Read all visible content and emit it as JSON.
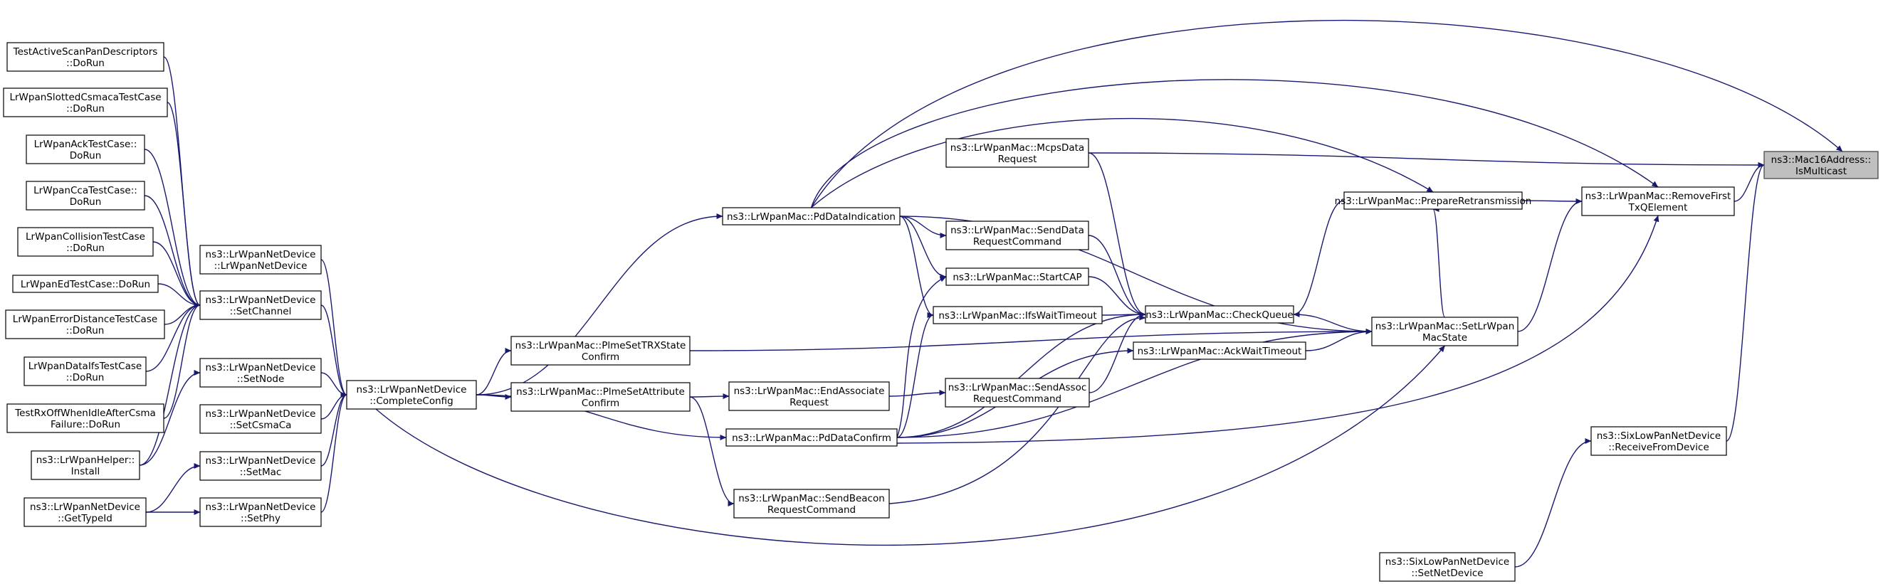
{
  "nodes": [
    {
      "id": "root",
      "lines": [
        "ns3::Mac16Address::",
        "IsMulticast"
      ]
    },
    {
      "id": "removefirst",
      "lines": [
        "ns3::LrWpanMac::RemoveFirst",
        "TxQElement"
      ]
    },
    {
      "id": "mcps",
      "lines": [
        "ns3::LrWpanMac::McpsData",
        "Request"
      ]
    },
    {
      "id": "pddataind",
      "lines": [
        "ns3::LrWpanMac::PdDataIndication"
      ]
    },
    {
      "id": "sixrecv",
      "lines": [
        "ns3::SixLowPanNetDevice",
        "::ReceiveFromDevice"
      ]
    },
    {
      "id": "preparetx",
      "lines": [
        "ns3::LrWpanMac::PrepareRetransmission"
      ]
    },
    {
      "id": "setstate",
      "lines": [
        "ns3::LrWpanMac::SetLrWpan",
        "MacState"
      ]
    },
    {
      "id": "pddataconfirm",
      "lines": [
        "ns3::LrWpanMac::PdDataConfirm"
      ]
    },
    {
      "id": "sixsetnd",
      "lines": [
        "ns3::SixLowPanNetDevice",
        "::SetNetDevice"
      ]
    },
    {
      "id": "completeconfig",
      "lines": [
        "ns3::LrWpanNetDevice",
        "::CompleteConfig"
      ]
    },
    {
      "id": "senddatareq",
      "lines": [
        "ns3::LrWpanMac::SendData",
        "RequestCommand"
      ]
    },
    {
      "id": "startcap",
      "lines": [
        "ns3::LrWpanMac::StartCAP"
      ]
    },
    {
      "id": "ifswait",
      "lines": [
        "ns3::LrWpanMac::IfsWaitTimeout"
      ]
    },
    {
      "id": "checkqueue",
      "lines": [
        "ns3::LrWpanMac::CheckQueue"
      ]
    },
    {
      "id": "ackwait",
      "lines": [
        "ns3::LrWpanMac::AckWaitTimeout"
      ]
    },
    {
      "id": "plmetrx",
      "lines": [
        "ns3::LrWpanMac::PlmeSetTRXState",
        "Confirm"
      ]
    },
    {
      "id": "plmeattr",
      "lines": [
        "ns3::LrWpanMac::PlmeSetAttribute",
        "Confirm"
      ]
    },
    {
      "id": "endassoc",
      "lines": [
        "ns3::LrWpanMac::EndAssociate",
        "Request"
      ]
    },
    {
      "id": "sendassoc",
      "lines": [
        "ns3::LrWpanMac::SendAssoc",
        "RequestCommand"
      ]
    },
    {
      "id": "sendbeacon",
      "lines": [
        "ns3::LrWpanMac::SendBeacon",
        "RequestCommand"
      ]
    },
    {
      "id": "ctor",
      "lines": [
        "ns3::LrWpanNetDevice",
        "::LrWpanNetDevice"
      ]
    },
    {
      "id": "setchannel",
      "lines": [
        "ns3::LrWpanNetDevice",
        "::SetChannel"
      ]
    },
    {
      "id": "setnode",
      "lines": [
        "ns3::LrWpanNetDevice",
        "::SetNode"
      ]
    },
    {
      "id": "setcsmaca",
      "lines": [
        "ns3::LrWpanNetDevice",
        "::SetCsmaCa"
      ]
    },
    {
      "id": "setmac",
      "lines": [
        "ns3::LrWpanNetDevice",
        "::SetMac"
      ]
    },
    {
      "id": "setphy",
      "lines": [
        "ns3::LrWpanNetDevice",
        "::SetPhy"
      ]
    },
    {
      "id": "t_activescan",
      "lines": [
        "TestActiveScanPanDescriptors",
        "::DoRun"
      ]
    },
    {
      "id": "t_slotted",
      "lines": [
        "LrWpanSlottedCsmacaTestCase",
        "::DoRun"
      ]
    },
    {
      "id": "t_ack",
      "lines": [
        "LrWpanAckTestCase::",
        "DoRun"
      ]
    },
    {
      "id": "t_cca",
      "lines": [
        "LrWpanCcaTestCase::",
        "DoRun"
      ]
    },
    {
      "id": "t_collision",
      "lines": [
        "LrWpanCollisionTestCase",
        "::DoRun"
      ]
    },
    {
      "id": "t_ed",
      "lines": [
        "LrWpanEdTestCase::DoRun"
      ]
    },
    {
      "id": "t_errdist",
      "lines": [
        "LrWpanErrorDistanceTestCase",
        "::DoRun"
      ]
    },
    {
      "id": "t_dataifs",
      "lines": [
        "LrWpanDataIfsTestCase",
        "::DoRun"
      ]
    },
    {
      "id": "t_rxoff",
      "lines": [
        "TestRxOffWhenIdleAfterCsma",
        "Failure::DoRun"
      ]
    },
    {
      "id": "helper",
      "lines": [
        "ns3::LrWpanHelper::",
        "Install"
      ]
    },
    {
      "id": "gettypeid",
      "lines": [
        "ns3::LrWpanNetDevice",
        "::GetTypeId"
      ]
    }
  ],
  "edges": [
    {
      "from": "removefirst",
      "to": "root"
    },
    {
      "from": "mcps",
      "to": "root"
    },
    {
      "from": "pddataind",
      "to": "root"
    },
    {
      "from": "sixrecv",
      "to": "root"
    },
    {
      "from": "preparetx",
      "to": "removefirst"
    },
    {
      "from": "setstate",
      "to": "removefirst"
    },
    {
      "from": "pddataconfirm",
      "to": "removefirst"
    },
    {
      "from": "pddataind",
      "to": "removefirst"
    },
    {
      "from": "sixsetnd",
      "to": "sixrecv"
    },
    {
      "from": "setstate",
      "to": "preparetx"
    },
    {
      "from": "pddataind",
      "to": "preparetx"
    },
    {
      "from": "checkqueue",
      "to": "setstate"
    },
    {
      "from": "ackwait",
      "to": "setstate"
    },
    {
      "from": "plmetrx",
      "to": "setstate"
    },
    {
      "from": "pddataconfirm",
      "to": "setstate"
    },
    {
      "from": "completeconfig",
      "to": "setstate"
    },
    {
      "from": "pddataind",
      "to": "setstate"
    },
    {
      "from": "mcps",
      "to": "checkqueue"
    },
    {
      "from": "senddatareq",
      "to": "checkqueue"
    },
    {
      "from": "startcap",
      "to": "checkqueue"
    },
    {
      "from": "ifswait",
      "to": "checkqueue"
    },
    {
      "from": "sendassoc",
      "to": "checkqueue"
    },
    {
      "from": "pddataconfirm",
      "to": "checkqueue"
    },
    {
      "from": "sendbeacon",
      "to": "checkqueue"
    },
    {
      "from": "preparetx",
      "to": "checkqueue"
    },
    {
      "from": "pddataconfirm",
      "to": "ackwait"
    },
    {
      "from": "pddataind",
      "to": "senddatareq"
    },
    {
      "from": "pddataind",
      "to": "startcap"
    },
    {
      "from": "pddataconfirm",
      "to": "startcap"
    },
    {
      "from": "pddataind",
      "to": "ifswait"
    },
    {
      "from": "pddataconfirm",
      "to": "ifswait"
    },
    {
      "from": "endassoc",
      "to": "sendassoc"
    },
    {
      "from": "plmeattr",
      "to": "sendbeacon"
    },
    {
      "from": "plmeattr",
      "to": "endassoc"
    },
    {
      "from": "completeconfig",
      "to": "pddataind"
    },
    {
      "from": "completeconfig",
      "to": "plmetrx"
    },
    {
      "from": "completeconfig",
      "to": "plmeattr"
    },
    {
      "from": "completeconfig",
      "to": "pddataconfirm"
    },
    {
      "from": "ctor",
      "to": "completeconfig"
    },
    {
      "from": "setchannel",
      "to": "completeconfig"
    },
    {
      "from": "setnode",
      "to": "completeconfig"
    },
    {
      "from": "setcsmaca",
      "to": "completeconfig"
    },
    {
      "from": "setmac",
      "to": "completeconfig"
    },
    {
      "from": "setphy",
      "to": "completeconfig"
    },
    {
      "from": "t_activescan",
      "to": "setchannel"
    },
    {
      "from": "t_slotted",
      "to": "setchannel"
    },
    {
      "from": "t_ack",
      "to": "setchannel"
    },
    {
      "from": "t_cca",
      "to": "setchannel"
    },
    {
      "from": "t_collision",
      "to": "setchannel"
    },
    {
      "from": "t_ed",
      "to": "setchannel"
    },
    {
      "from": "t_errdist",
      "to": "setchannel"
    },
    {
      "from": "t_dataifs",
      "to": "setchannel"
    },
    {
      "from": "t_rxoff",
      "to": "setchannel"
    },
    {
      "from": "helper",
      "to": "setchannel"
    },
    {
      "from": "helper",
      "to": "setnode"
    },
    {
      "from": "gettypeid",
      "to": "setmac"
    },
    {
      "from": "gettypeid",
      "to": "setphy"
    }
  ]
}
